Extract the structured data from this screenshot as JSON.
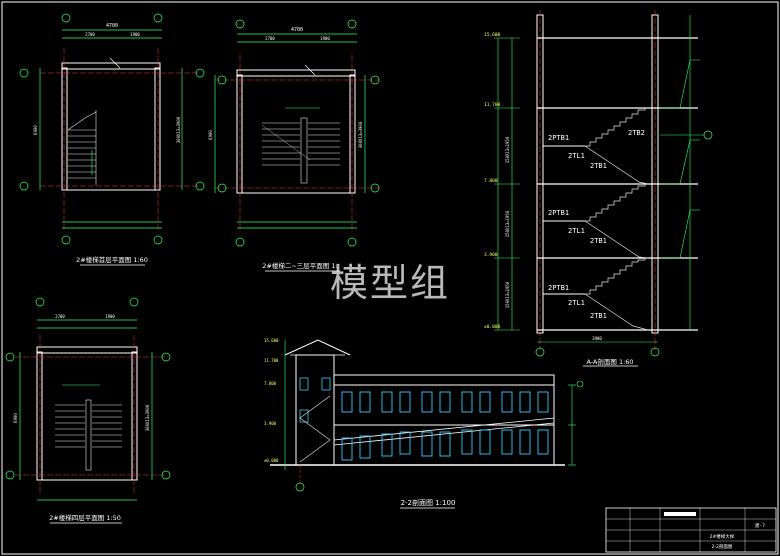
{
  "watermark": "模型组",
  "titles": {
    "plan_ground": "2#楼梯首层平面图 1:60",
    "plan_2_3": "2#楼梯二~三层平面图 1:",
    "plan_4": "2#楼梯四层平面图 1:50",
    "section_aa": "A-A剖面图 1:60",
    "section_22": "2-2剖面图 1:100"
  },
  "dims": {
    "top_total": "4700",
    "seg_a": "2700",
    "seg_b": "1900",
    "side": "6900",
    "flight": "300X13=3900",
    "section_flight": "150X13=1950",
    "section_base": "3900"
  },
  "elevations": [
    "15.600",
    "11.700",
    "7.800",
    "3.900",
    "±0.000"
  ],
  "section_labels": [
    "2PTB1",
    "2TL1",
    "2TB1",
    "2TB2"
  ],
  "title_block": {
    "line1": "2#楼梯大样",
    "line2": "2-2剖面图",
    "sheet": "建-7"
  },
  "colors": {
    "wall": "#ffffff",
    "axis": "#ff3333",
    "dim": "#33ff66",
    "stair": "#e8e8e8",
    "window": "#33ccff",
    "label": "#ffff66"
  }
}
